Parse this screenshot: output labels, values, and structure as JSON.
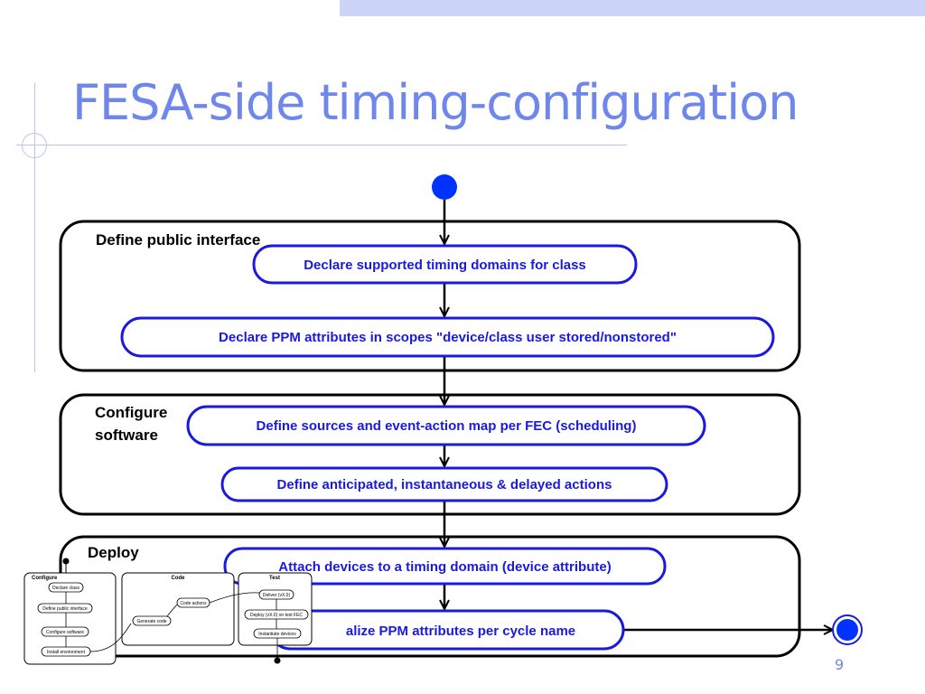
{
  "slide": {
    "title": "FESA-side timing-configuration",
    "page_number": "9"
  },
  "groups": {
    "define_public_interface": "Define public interface",
    "configure_software_line1": "Configure",
    "configure_software_line2": "software",
    "deploy": "Deploy"
  },
  "steps": {
    "declare_timing_domains": "Declare supported timing domains for class",
    "declare_ppm_attributes": "Declare PPM attributes in scopes \"device/class user stored/nonstored\"",
    "define_sources": "Define sources and  event-action map per FEC (scheduling)",
    "define_actions": "Define anticipated, instantaneous & delayed actions",
    "attach_devices": "Attach devices to a timing domain (device attribute)",
    "initialize_ppm": "alize PPM attributes per cycle name"
  },
  "inset": {
    "lanes": {
      "configure": "Configure",
      "code": "Code",
      "test": "Test"
    },
    "configure_steps": [
      "Declare class",
      "Define public interface",
      "Configure software",
      "Install environment"
    ],
    "code_steps": [
      "Generate code",
      "Code actions"
    ],
    "test_steps": [
      "Deliver (vX.0)",
      "Deploy (vX.0) on test FEC",
      "Instantiate devices"
    ]
  },
  "colors": {
    "title": "#6f87ea",
    "accent_blue": "#1a1adf",
    "node_fill": "#0033ff",
    "decor": "#ccd4f7"
  }
}
